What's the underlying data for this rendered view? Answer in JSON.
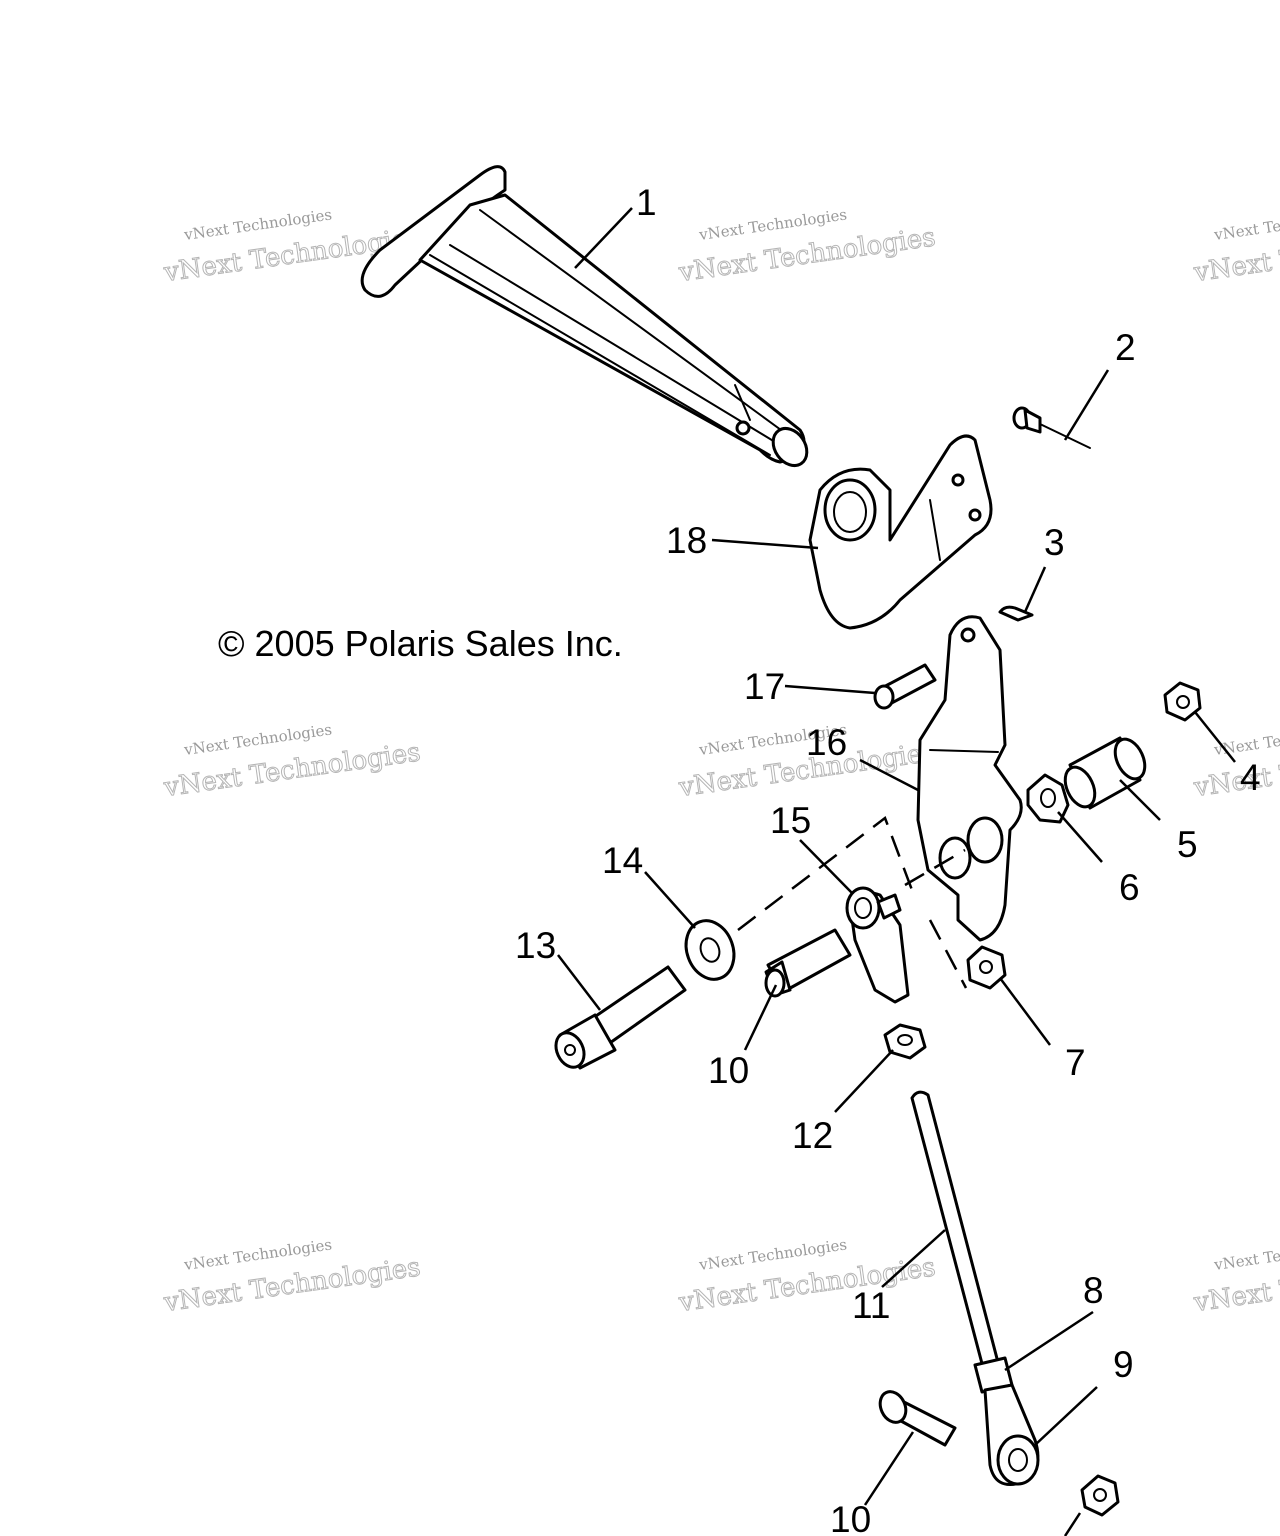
{
  "copyright": "© 2005 Polaris Sales Inc.",
  "watermark": {
    "line1": "vNext Technologies",
    "line2": "vNext Technologies"
  },
  "callouts": [
    "1",
    "2",
    "3",
    "4",
    "5",
    "6",
    "7",
    "8",
    "9",
    "10",
    "11",
    "12",
    "13",
    "14",
    "15",
    "16",
    "17",
    "18",
    "10"
  ],
  "parts": [
    {
      "callout": "1",
      "icon": "shift-lever-handle-icon"
    },
    {
      "callout": "2",
      "icon": "rivet-icon"
    },
    {
      "callout": "3",
      "icon": "cotter-pin-icon"
    },
    {
      "callout": "4",
      "icon": "hex-nut-icon"
    },
    {
      "callout": "5",
      "icon": "bushing-icon"
    },
    {
      "callout": "6",
      "icon": "star-washer-icon"
    },
    {
      "callout": "7",
      "icon": "lock-nut-icon"
    },
    {
      "callout": "8",
      "icon": "jam-nut-icon"
    },
    {
      "callout": "9",
      "icon": "rod-end-icon"
    },
    {
      "callout": "10",
      "icon": "shoulder-bolt-icon"
    },
    {
      "callout": "11",
      "icon": "shift-rod-icon"
    },
    {
      "callout": "12",
      "icon": "nut-icon"
    },
    {
      "callout": "13",
      "icon": "pivot-bolt-icon"
    },
    {
      "callout": "14",
      "icon": "flat-washer-icon"
    },
    {
      "callout": "15",
      "icon": "ball-joint-icon"
    },
    {
      "callout": "16",
      "icon": "shift-arm-bracket-icon"
    },
    {
      "callout": "17",
      "icon": "clevis-pin-icon"
    },
    {
      "callout": "18",
      "icon": "mounting-bracket-icon"
    }
  ],
  "colors": {
    "line": "#000000",
    "background": "#ffffff",
    "watermark": "#9a9a9a"
  }
}
